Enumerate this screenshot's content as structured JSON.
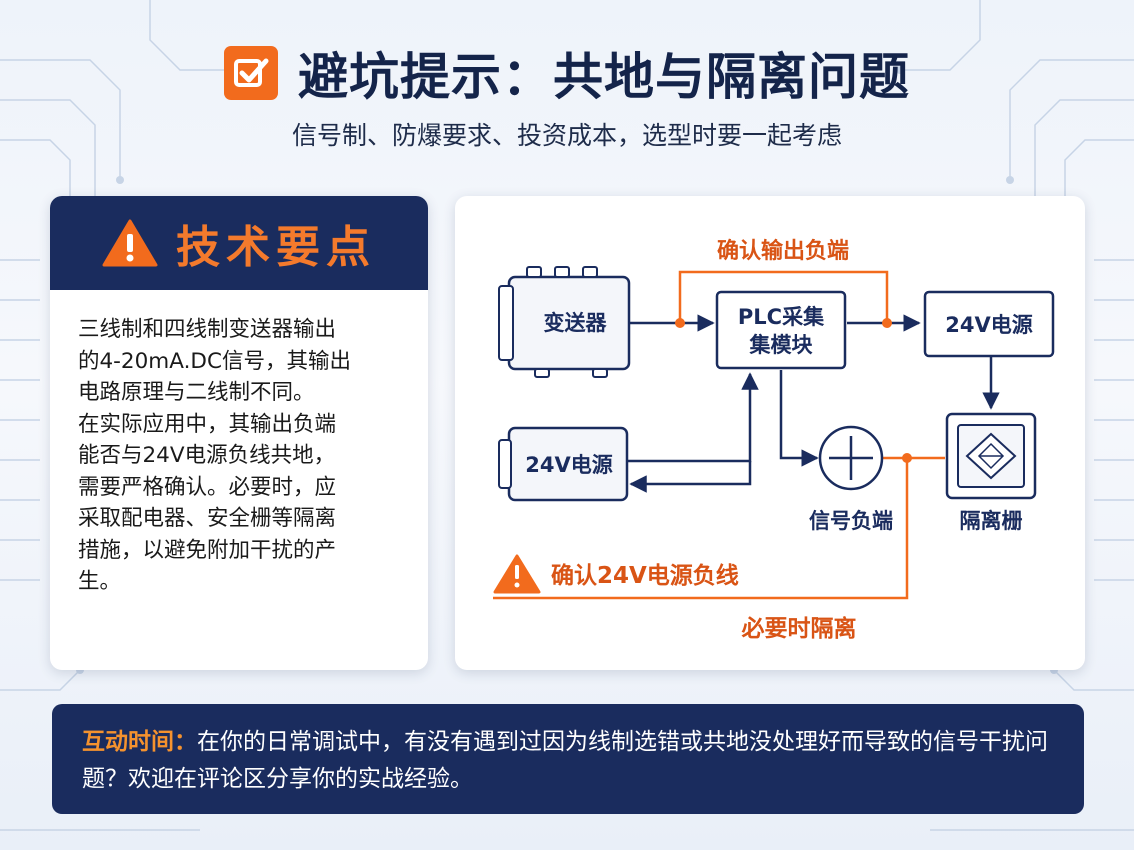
{
  "header": {
    "title": "避坑提示：共地与隔离问题",
    "subtitle": "信号制、防爆要求、投资成本，选型时要一起考虑"
  },
  "key_points": {
    "heading": "技术要点",
    "body": "三线制和四线制变送器输出\n的4-20mA.DC信号，其输出\n电路原理与二线制不同。\n在实际应用中，其输出负端\n能否与24V电源负线共地，\n需要严格确认。必要时，应\n采取配电器、安全栅等隔离\n措施，以避免附加干扰的产\n生。"
  },
  "diagram": {
    "transmitter": "变送器",
    "plc_line1": "PLC采集",
    "plc_line2": "集模块",
    "power_right": "24V电源",
    "power_left": "24V电源",
    "signal_negative": "信号负端",
    "isolation_barrier": "隔离栅",
    "note_confirm_output": "确认输出负端",
    "note_confirm_power": "确认24V电源负线",
    "note_isolate": "必要时隔离"
  },
  "interaction": {
    "label": "互动时间：",
    "text": "在你的日常调试中，有没有遇到过因为线制选错或共地没处理好而导致的信号干扰问题？欢迎在评论区分享你的实战经验。"
  },
  "colors": {
    "navy": "#1a2c5e",
    "orange": "#f26b1d",
    "title": "#14244a"
  }
}
